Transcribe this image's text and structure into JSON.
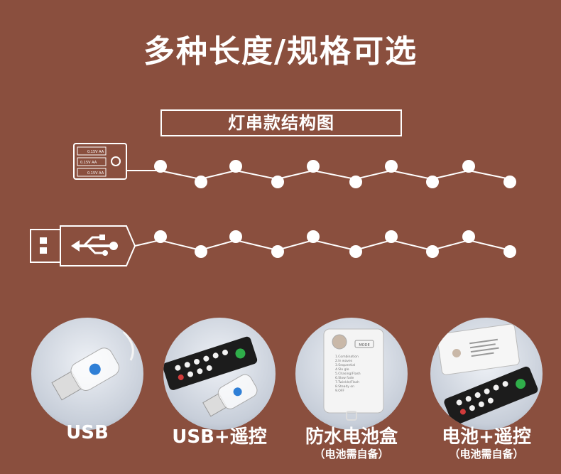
{
  "header": {
    "title": "多种长度/规格可选",
    "subtitle": "灯串款结构图"
  },
  "battery_box": {
    "cells": [
      "0.15V AA",
      "0.15V AA",
      "0.15V AA"
    ]
  },
  "products": [
    {
      "label": "USB",
      "sublabel": ""
    },
    {
      "label": "USB+遥控",
      "sublabel": ""
    },
    {
      "label": "防水电池盒",
      "sublabel": "（电池需自备）"
    },
    {
      "label": "电池+遥控",
      "sublabel": "（电池需自备）"
    }
  ],
  "waterproof_box": {
    "mode_label": "MODE",
    "modes": [
      "1.Combination",
      "2.In waves",
      "3.Sequential",
      "4.Slo glo",
      "5.Chasing/Flash",
      "6.Slow fade",
      "7.Twinkle/Flash",
      "8.Steady on",
      "9.OFF"
    ]
  },
  "colors": {
    "background": "#8a4f3e",
    "foreground": "#ffffff"
  }
}
